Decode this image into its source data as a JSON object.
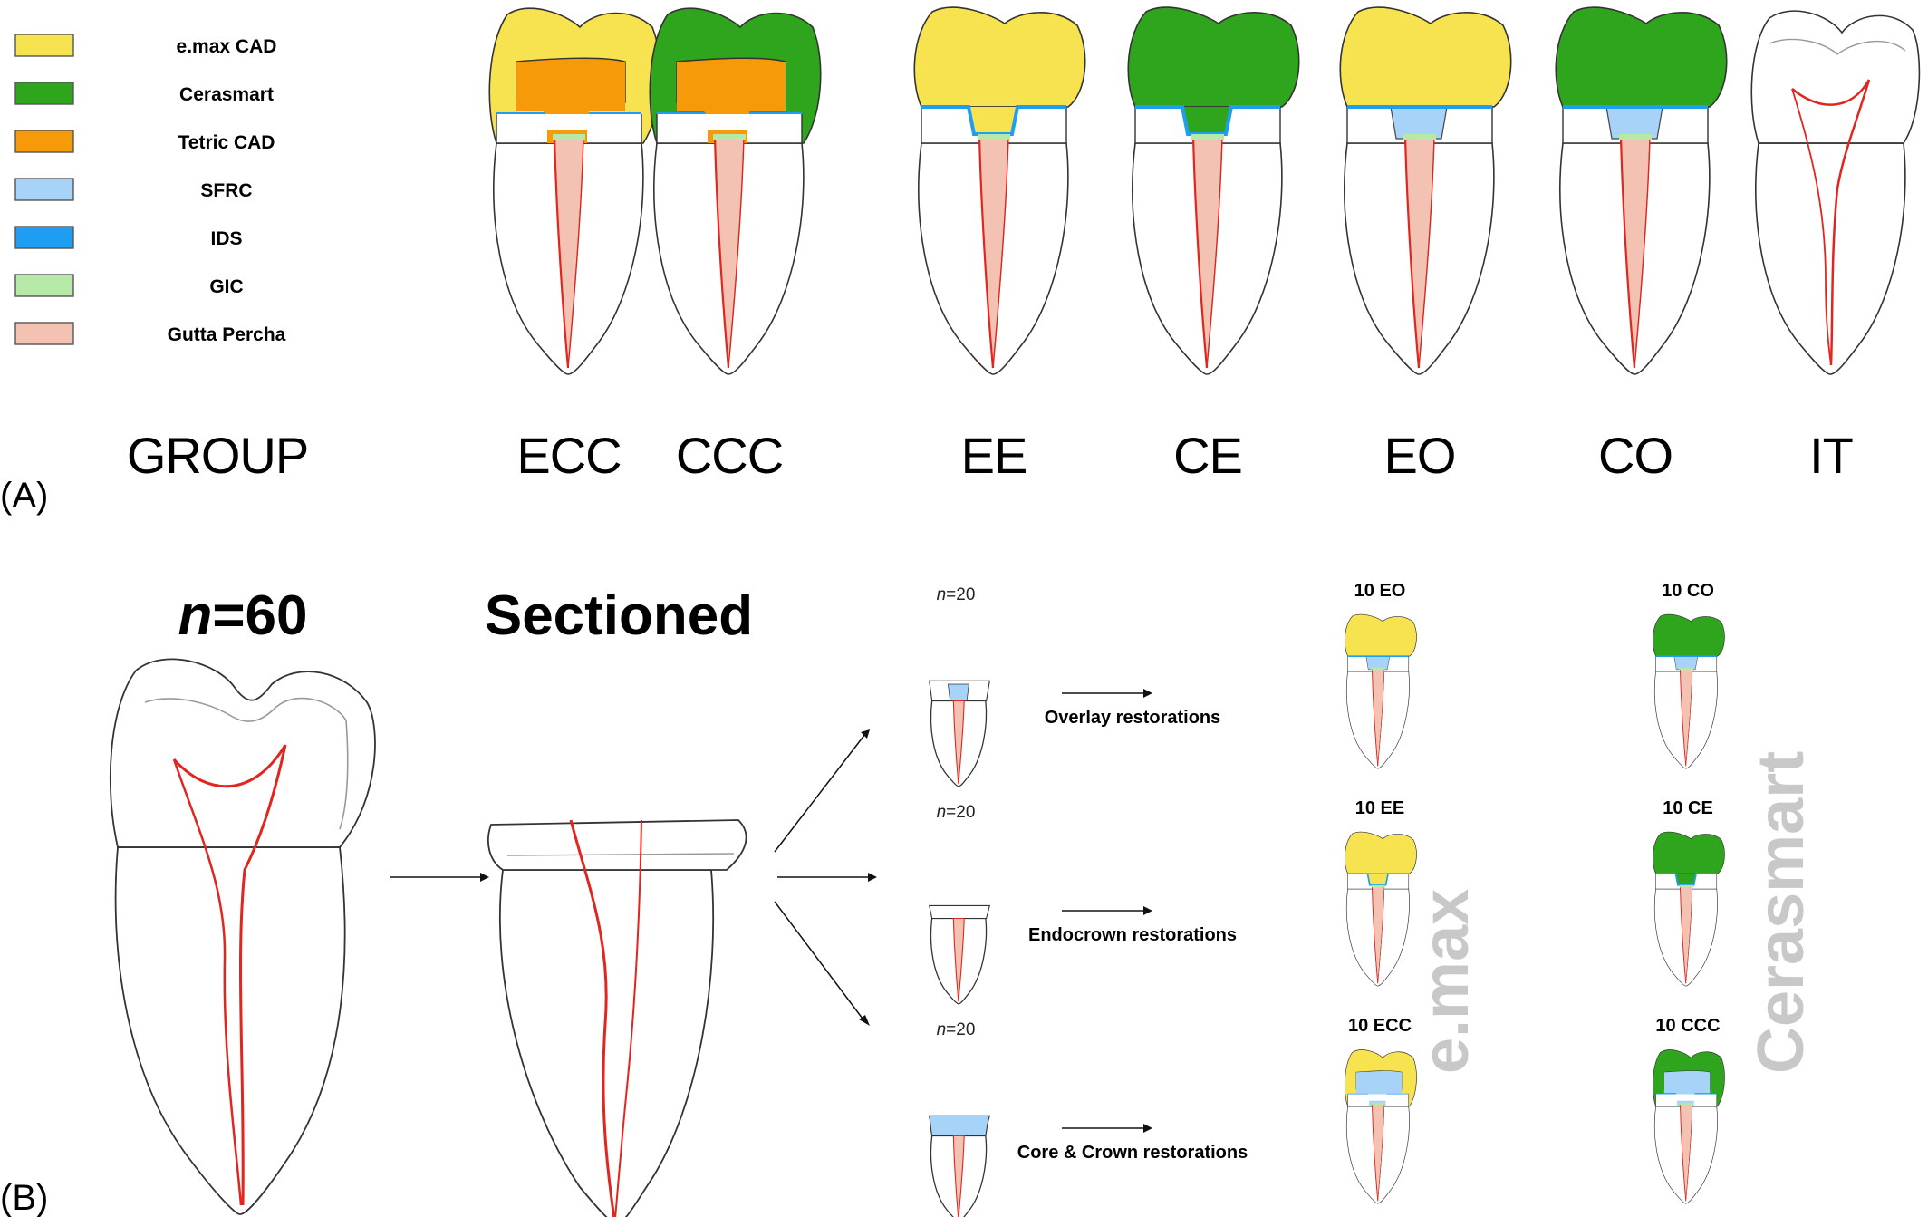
{
  "colors": {
    "emax": "#f7e250",
    "cerasmart": "#2ea51c",
    "tetric": "#f79a0a",
    "sfrc": "#a6d3f7",
    "ids": "#1e9ef2",
    "gic": "#b6e8a8",
    "gutta": "#f4c2b2",
    "canal": "#e0261e",
    "outline": "#333333"
  },
  "legend": [
    {
      "label": "e.max CAD",
      "color": "#f7e250"
    },
    {
      "label": "Cerasmart",
      "color": "#2ea51c"
    },
    {
      "label": "Tetric CAD",
      "color": "#f79a0a"
    },
    {
      "label": "SFRC",
      "color": "#a6d3f7"
    },
    {
      "label": "IDS",
      "color": "#1e9ef2"
    },
    {
      "label": "GIC",
      "color": "#b6e8a8"
    },
    {
      "label": "Gutta Percha",
      "color": "#f4c2b2"
    }
  ],
  "panelA": {
    "label": "(A)",
    "group_header": "GROUP",
    "groups": [
      {
        "label": "ECC",
        "type": "core_crown",
        "crown": "#f7e250",
        "core": "#f79a0a"
      },
      {
        "label": "CCC",
        "type": "core_crown",
        "crown": "#2ea51c",
        "core": "#f79a0a"
      },
      {
        "label": "EE",
        "type": "endocrown",
        "crown": "#f7e250"
      },
      {
        "label": "CE",
        "type": "endocrown",
        "crown": "#2ea51c"
      },
      {
        "label": "EO",
        "type": "overlay",
        "crown": "#f7e250"
      },
      {
        "label": "CO",
        "type": "overlay",
        "crown": "#2ea51c"
      },
      {
        "label": "IT",
        "type": "intact"
      }
    ]
  },
  "panelB": {
    "label": "(B)",
    "n_label": "n",
    "n_value": "=60",
    "sectioned_label": "Sectioned",
    "branches": [
      {
        "n_italic": "n",
        "n_value": "=20",
        "restoration": "Overlay restorations",
        "type": "overlay",
        "emax_label": "10 EO",
        "cera_label": "10 CO"
      },
      {
        "n_italic": "n",
        "n_value": "=20",
        "restoration": "Endocrown restorations",
        "type": "endocrown",
        "emax_label": "10 EE",
        "cera_label": "10 CE"
      },
      {
        "n_italic": "n",
        "n_value": "=20",
        "restoration": "Core & Crown restorations",
        "type": "core_crown",
        "emax_label": "10 ECC",
        "cera_label": "10 CCC"
      }
    ],
    "material_labels": {
      "emax": "e.max",
      "cerasmart": "Cerasmart"
    }
  }
}
